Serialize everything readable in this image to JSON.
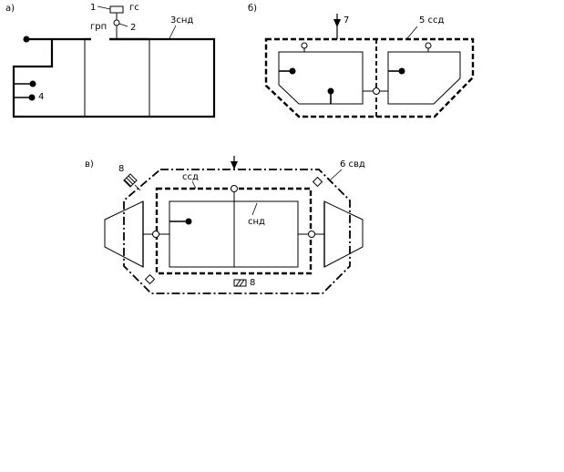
{
  "panels": {
    "a": {
      "tag": "а)",
      "gs": "гс",
      "grp": "грп",
      "n1": "1",
      "n2": "2",
      "snd": "3снд",
      "n4": "4"
    },
    "b": {
      "tag": "б)",
      "n7": "7",
      "ssd": "5 ссд"
    },
    "v": {
      "tag": "в)",
      "n8a": "8",
      "n8b": "8",
      "svd": "6  свд",
      "ssd": "ссд",
      "snd": "снд"
    }
  }
}
